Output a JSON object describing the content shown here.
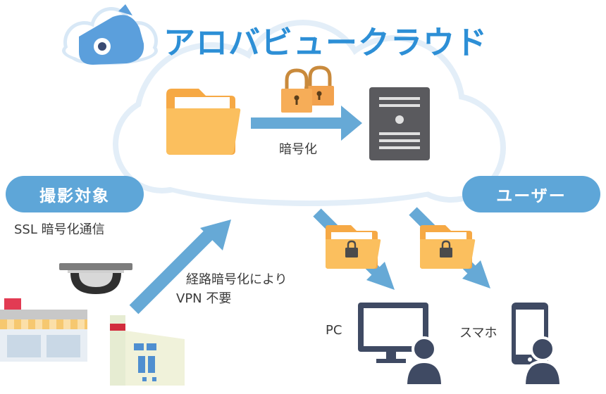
{
  "brand": {
    "title": "アロバビュークラウド",
    "title_color": "#2d8fd6",
    "logo_icon": "cloud-camera-icon"
  },
  "cloud": {
    "encrypt_label": "暗号化",
    "folder_icon": "folder-icon",
    "server_icon": "server-icon",
    "lock_icon": "padlock-icon"
  },
  "source": {
    "badge": "撮影対象",
    "caption": "SSL 暗号化通信",
    "camera_icon": "dome-camera-icon",
    "store_icon": "store-icon",
    "factory_icon": "factory-icon"
  },
  "upload": {
    "line1": "経路暗号化により",
    "line2": "VPN 不要"
  },
  "users": {
    "badge": "ユーザー",
    "pc_label": "PC",
    "phone_label": "スマホ",
    "pc_icon": "desktop-monitor-icon",
    "phone_icon": "smartphone-icon",
    "person_icon": "person-icon"
  },
  "colors": {
    "badge_blue": "#5ea6d8",
    "arrow_blue": "#66a9d6",
    "folder_orange": "#fbbf5e",
    "lock_orange": "#f2a24e",
    "server_gray": "#5a5a5e",
    "person_navy": "#3f4a63",
    "cloud_border": "#e3eef8"
  }
}
